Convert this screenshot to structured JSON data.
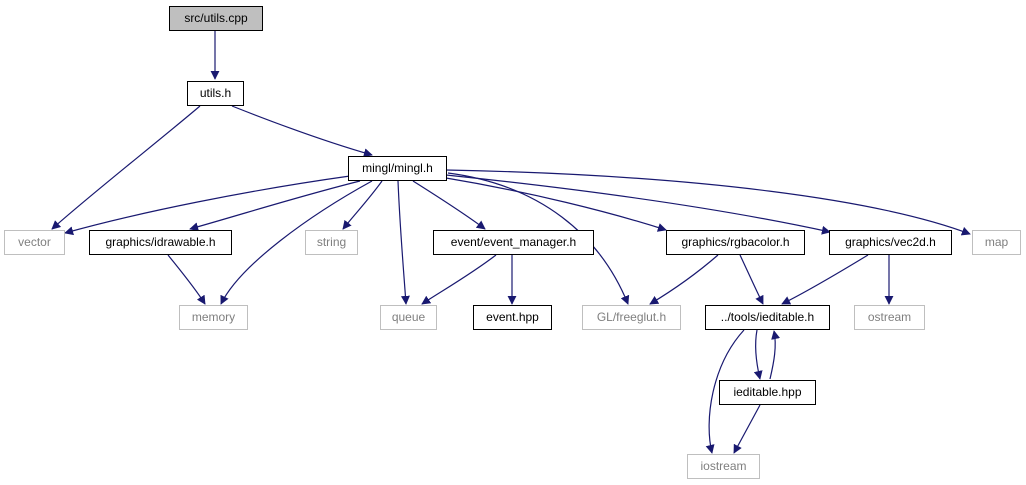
{
  "colors": {
    "edge": "#191970",
    "root_fill": "#bfbfbf",
    "doc_border": "#000000",
    "ext_border": "#bfbfbf",
    "ext_text": "#7f7f7f",
    "text": "#000000"
  },
  "nodes": [
    {
      "id": "src_utils_cpp",
      "label": "src/utils.cpp",
      "kind": "root"
    },
    {
      "id": "utils_h",
      "label": "utils.h",
      "kind": "documented"
    },
    {
      "id": "mingl_h",
      "label": "mingl/mingl.h",
      "kind": "documented"
    },
    {
      "id": "vector",
      "label": "vector",
      "kind": "external"
    },
    {
      "id": "idrawable_h",
      "label": "graphics/idrawable.h",
      "kind": "documented"
    },
    {
      "id": "string",
      "label": "string",
      "kind": "external"
    },
    {
      "id": "event_manager_h",
      "label": "event/event_manager.h",
      "kind": "documented"
    },
    {
      "id": "rgbacolor_h",
      "label": "graphics/rgbacolor.h",
      "kind": "documented"
    },
    {
      "id": "vec2d_h",
      "label": "graphics/vec2d.h",
      "kind": "documented"
    },
    {
      "id": "map",
      "label": "map",
      "kind": "external"
    },
    {
      "id": "memory",
      "label": "memory",
      "kind": "external"
    },
    {
      "id": "queue",
      "label": "queue",
      "kind": "external"
    },
    {
      "id": "event_hpp",
      "label": "event.hpp",
      "kind": "documented"
    },
    {
      "id": "freeglut_h",
      "label": "GL/freeglut.h",
      "kind": "external"
    },
    {
      "id": "ieditable_h",
      "label": "../tools/ieditable.h",
      "kind": "documented"
    },
    {
      "id": "ostream",
      "label": "ostream",
      "kind": "external"
    },
    {
      "id": "ieditable_hpp",
      "label": "ieditable.hpp",
      "kind": "documented"
    },
    {
      "id": "iostream",
      "label": "iostream",
      "kind": "external"
    }
  ],
  "edges": [
    {
      "from": "src_utils_cpp",
      "to": "utils_h"
    },
    {
      "from": "utils_h",
      "to": "vector"
    },
    {
      "from": "utils_h",
      "to": "mingl_h"
    },
    {
      "from": "mingl_h",
      "to": "vector"
    },
    {
      "from": "mingl_h",
      "to": "idrawable_h"
    },
    {
      "from": "mingl_h",
      "to": "memory"
    },
    {
      "from": "mingl_h",
      "to": "string"
    },
    {
      "from": "mingl_h",
      "to": "queue"
    },
    {
      "from": "mingl_h",
      "to": "event_manager_h"
    },
    {
      "from": "mingl_h",
      "to": "freeglut_h"
    },
    {
      "from": "mingl_h",
      "to": "rgbacolor_h"
    },
    {
      "from": "mingl_h",
      "to": "vec2d_h"
    },
    {
      "from": "mingl_h",
      "to": "map"
    },
    {
      "from": "idrawable_h",
      "to": "memory"
    },
    {
      "from": "event_manager_h",
      "to": "queue"
    },
    {
      "from": "event_manager_h",
      "to": "event_hpp"
    },
    {
      "from": "rgbacolor_h",
      "to": "freeglut_h"
    },
    {
      "from": "rgbacolor_h",
      "to": "ieditable_h"
    },
    {
      "from": "vec2d_h",
      "to": "ieditable_h"
    },
    {
      "from": "vec2d_h",
      "to": "ostream"
    },
    {
      "from": "ieditable_h",
      "to": "ieditable_hpp"
    },
    {
      "from": "ieditable_h",
      "to": "iostream"
    },
    {
      "from": "ieditable_hpp",
      "to": "ieditable_h"
    },
    {
      "from": "ieditable_hpp",
      "to": "iostream"
    }
  ]
}
